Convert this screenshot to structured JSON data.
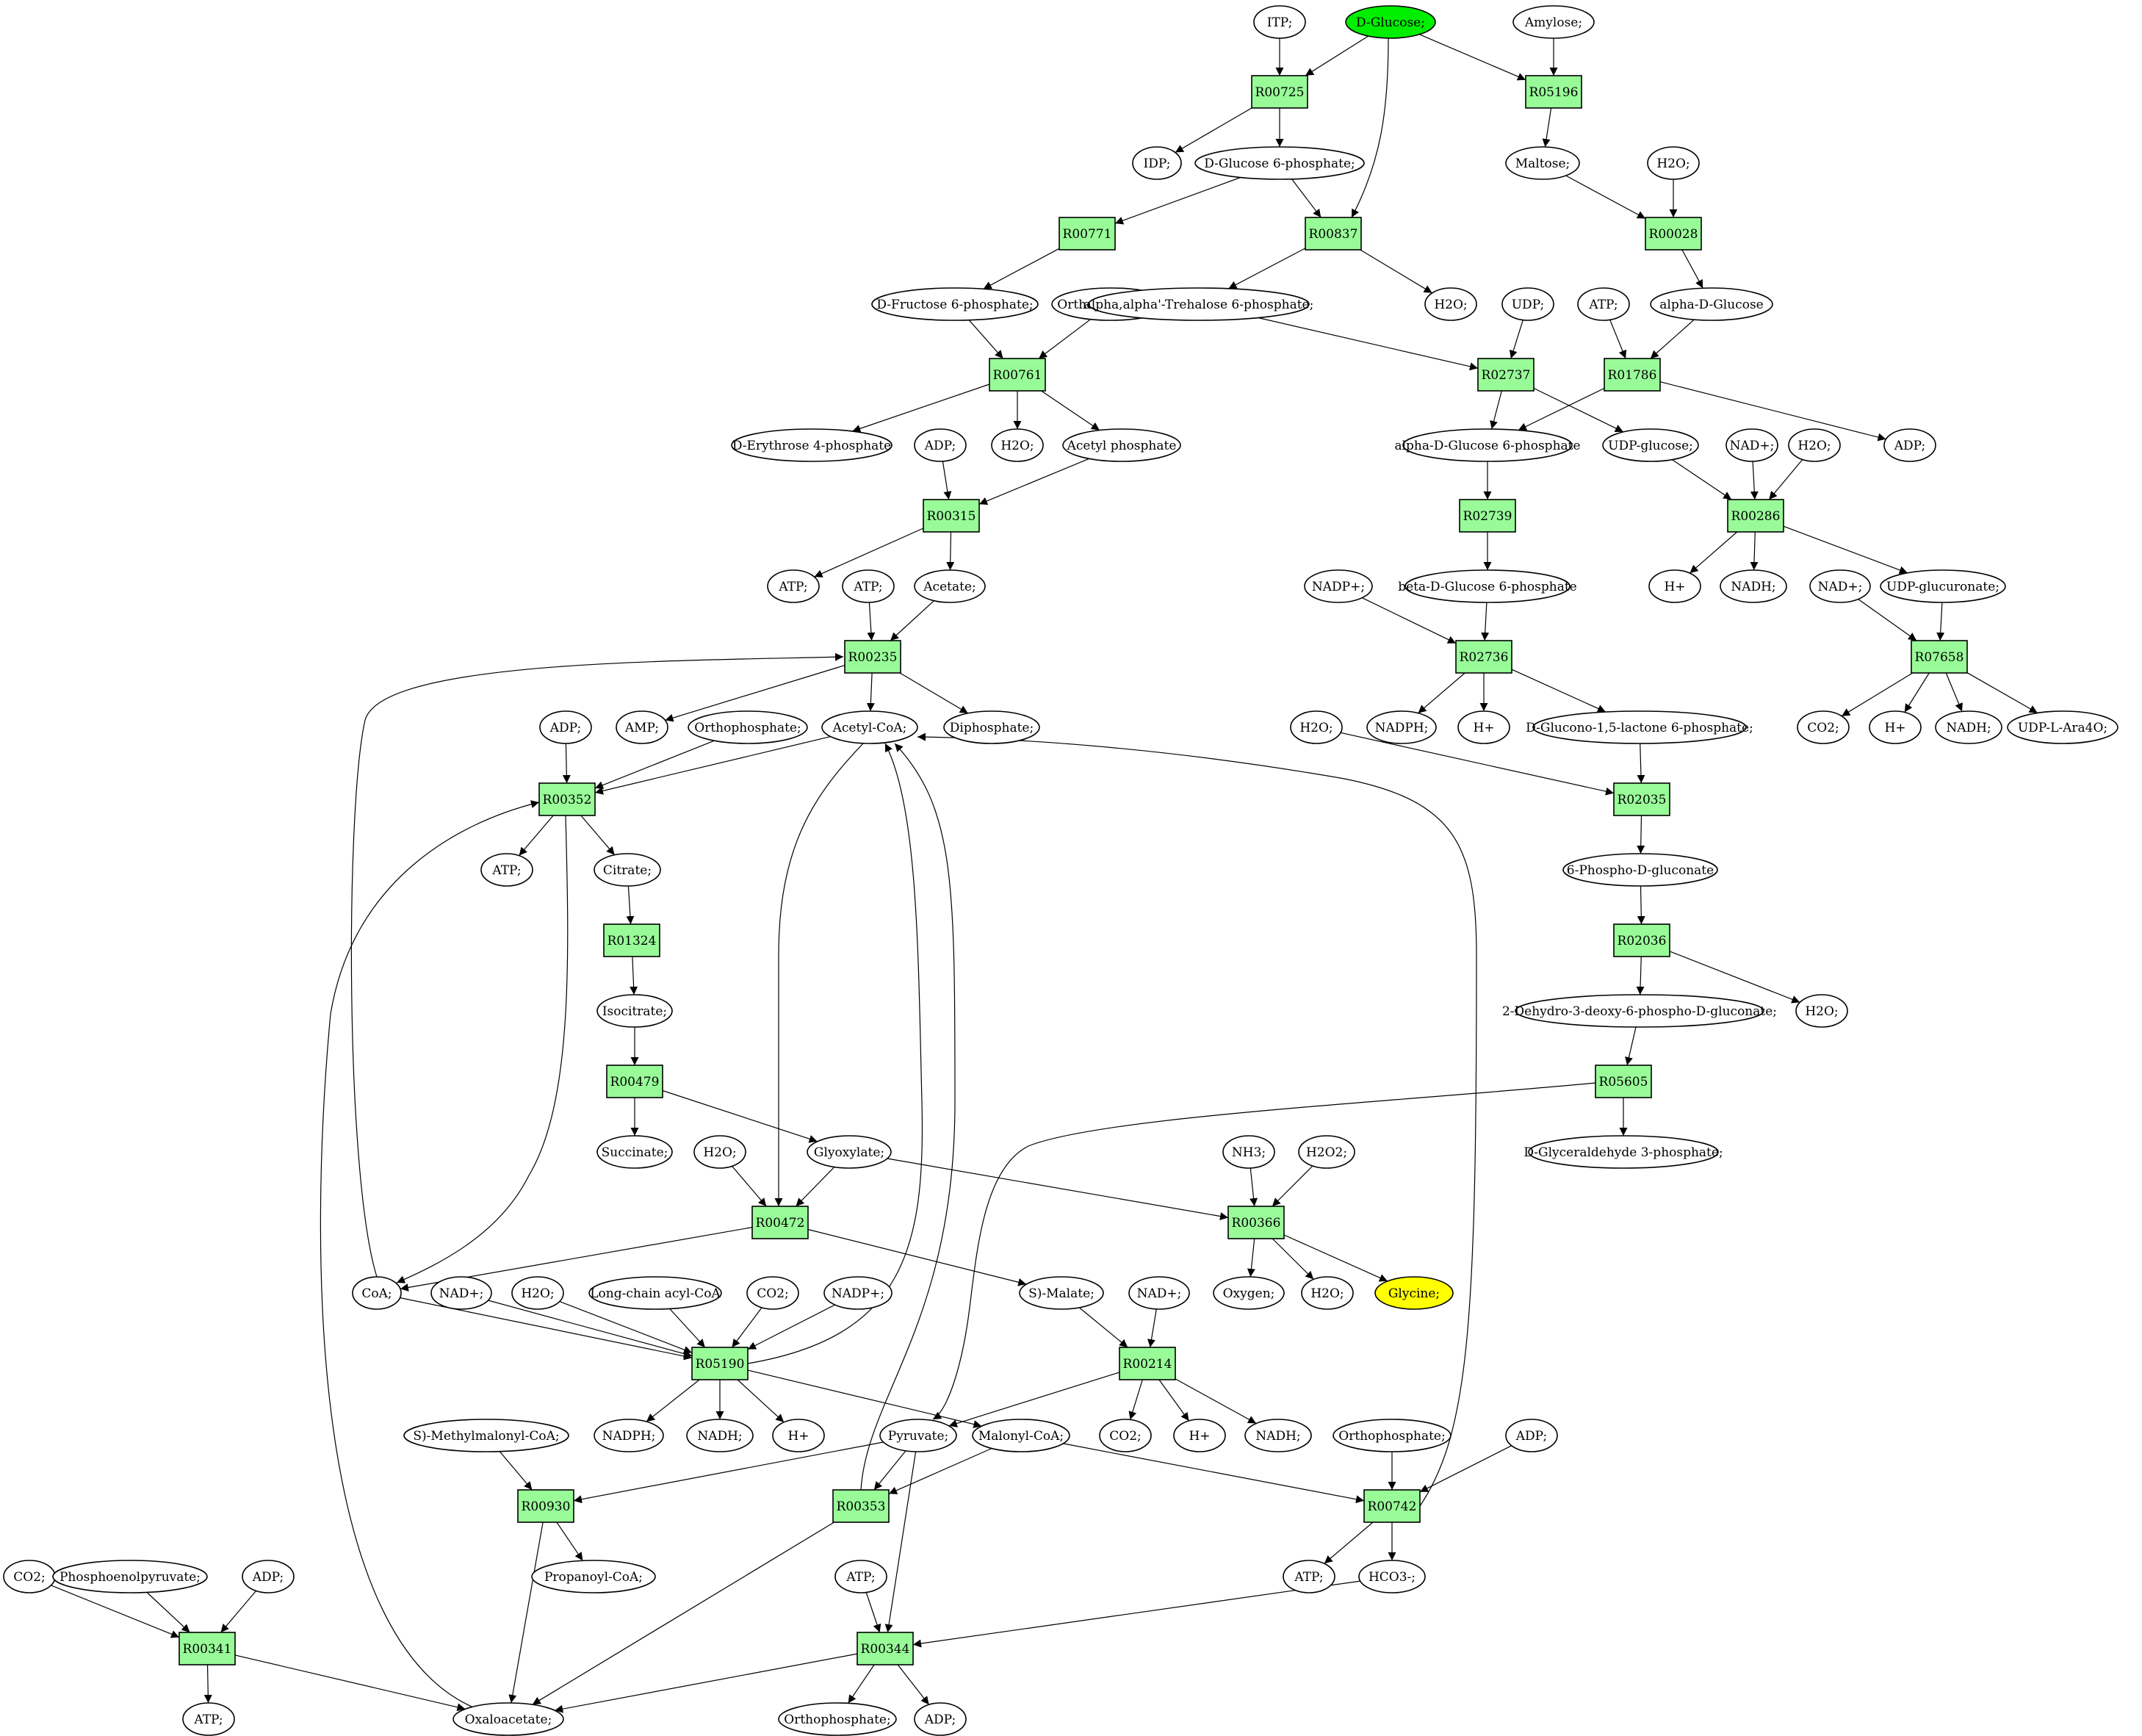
{
  "colors": {
    "reaction_fill": "#98fb98",
    "start_fill": "#00ee00",
    "target_fill": "#ffff00",
    "compound_fill": "#ffffff",
    "edge": "#000000"
  },
  "nodes": [
    {
      "id": "glc",
      "label": "D-Glucose;",
      "kind": "start"
    },
    {
      "id": "itp",
      "label": "ITP;"
    },
    {
      "id": "amylose",
      "label": "Amylose;"
    },
    {
      "id": "R00725",
      "label": "R00725",
      "kind": "reaction"
    },
    {
      "id": "R05196",
      "label": "R05196",
      "kind": "reaction"
    },
    {
      "id": "idp",
      "label": "IDP;"
    },
    {
      "id": "g6p",
      "label": "D-Glucose 6-phosphate;"
    },
    {
      "id": "maltose",
      "label": "Maltose;"
    },
    {
      "id": "h2o_a",
      "label": "H2O;"
    },
    {
      "id": "R00771",
      "label": "R00771",
      "kind": "reaction"
    },
    {
      "id": "R00837",
      "label": "R00837",
      "kind": "reaction"
    },
    {
      "id": "R00028",
      "label": "R00028",
      "kind": "reaction"
    },
    {
      "id": "f6p",
      "label": "D-Fructose 6-phosphate;"
    },
    {
      "id": "pi_a",
      "label": "Orthophosphate;"
    },
    {
      "id": "t6p",
      "label": "alpha,alpha'-Trehalose 6-phosphate;"
    },
    {
      "id": "h2o_b",
      "label": "H2O;"
    },
    {
      "id": "udp",
      "label": "UDP;"
    },
    {
      "id": "atp_a",
      "label": "ATP;"
    },
    {
      "id": "aglc",
      "label": "alpha-D-Glucose"
    },
    {
      "id": "R00761",
      "label": "R00761",
      "kind": "reaction"
    },
    {
      "id": "R02737",
      "label": "R02737",
      "kind": "reaction"
    },
    {
      "id": "R01786",
      "label": "R01786",
      "kind": "reaction"
    },
    {
      "id": "e4p",
      "label": "D-Erythrose 4-phosphate"
    },
    {
      "id": "adp_a",
      "label": "ADP;"
    },
    {
      "id": "h2o_c",
      "label": "H2O;"
    },
    {
      "id": "acp",
      "label": "Acetyl phosphate"
    },
    {
      "id": "ag6p",
      "label": "alpha-D-Glucose 6-phosphate"
    },
    {
      "id": "udpglc",
      "label": "UDP-glucose;"
    },
    {
      "id": "nad_a",
      "label": "NAD+;"
    },
    {
      "id": "h2o_d",
      "label": "H2O;"
    },
    {
      "id": "adp_b",
      "label": "ADP;"
    },
    {
      "id": "R00315",
      "label": "R00315",
      "kind": "reaction"
    },
    {
      "id": "R02739",
      "label": "R02739",
      "kind": "reaction"
    },
    {
      "id": "R00286",
      "label": "R00286",
      "kind": "reaction"
    },
    {
      "id": "atp_b",
      "label": "ATP;"
    },
    {
      "id": "atp_c",
      "label": "ATP;"
    },
    {
      "id": "acetate",
      "label": "Acetate;"
    },
    {
      "id": "nadp_a",
      "label": "NADP+;"
    },
    {
      "id": "bg6p",
      "label": "beta-D-Glucose 6-phosphate"
    },
    {
      "id": "hp_a",
      "label": "H+"
    },
    {
      "id": "nadh_a",
      "label": "NADH;"
    },
    {
      "id": "nad_b",
      "label": "NAD+;"
    },
    {
      "id": "udpgla",
      "label": "UDP-glucuronate;"
    },
    {
      "id": "R00235",
      "label": "R00235",
      "kind": "reaction"
    },
    {
      "id": "R02736",
      "label": "R02736",
      "kind": "reaction"
    },
    {
      "id": "R07658",
      "label": "R07658",
      "kind": "reaction"
    },
    {
      "id": "adp_c",
      "label": "ADP;"
    },
    {
      "id": "amp",
      "label": "AMP;"
    },
    {
      "id": "pi_b",
      "label": "Orthophosphate;"
    },
    {
      "id": "accoa",
      "label": "Acetyl-CoA;"
    },
    {
      "id": "ppi",
      "label": "Diphosphate;"
    },
    {
      "id": "h2o_e",
      "label": "H2O;"
    },
    {
      "id": "nadph_a",
      "label": "NADPH;"
    },
    {
      "id": "hp_b",
      "label": "H+"
    },
    {
      "id": "gl6p",
      "label": "D-Glucono-1,5-lactone 6-phosphate;"
    },
    {
      "id": "co2_a",
      "label": "CO2;"
    },
    {
      "id": "hp_c",
      "label": "H+"
    },
    {
      "id": "nadh_b",
      "label": "NADH;"
    },
    {
      "id": "udpara",
      "label": "UDP-L-Ara4O;"
    },
    {
      "id": "R00352",
      "label": "R00352",
      "kind": "reaction"
    },
    {
      "id": "R02035",
      "label": "R02035",
      "kind": "reaction"
    },
    {
      "id": "atp_d",
      "label": "ATP;"
    },
    {
      "id": "citrate",
      "label": "Citrate;"
    },
    {
      "id": "6pg",
      "label": "6-Phospho-D-gluconate"
    },
    {
      "id": "R01324",
      "label": "R01324",
      "kind": "reaction"
    },
    {
      "id": "R02036",
      "label": "R02036",
      "kind": "reaction"
    },
    {
      "id": "isocit",
      "label": "Isocitrate;"
    },
    {
      "id": "kdpg",
      "label": "2-Dehydro-3-deoxy-6-phospho-D-gluconate;"
    },
    {
      "id": "h2o_f",
      "label": "H2O;"
    },
    {
      "id": "R00479",
      "label": "R00479",
      "kind": "reaction"
    },
    {
      "id": "R05605",
      "label": "R05605",
      "kind": "reaction"
    },
    {
      "id": "succ",
      "label": "Succinate;"
    },
    {
      "id": "h2o_g",
      "label": "H2O;"
    },
    {
      "id": "glyox",
      "label": "Glyoxylate;"
    },
    {
      "id": "nh3",
      "label": "NH3;"
    },
    {
      "id": "h2o2",
      "label": "H2O2;"
    },
    {
      "id": "gap",
      "label": "D-Glyceraldehyde 3-phosphate;"
    },
    {
      "id": "R00472",
      "label": "R00472",
      "kind": "reaction"
    },
    {
      "id": "R00366",
      "label": "R00366",
      "kind": "reaction"
    },
    {
      "id": "coa",
      "label": "CoA;"
    },
    {
      "id": "nad_c",
      "label": "NAD+;"
    },
    {
      "id": "h2o_h",
      "label": "H2O;"
    },
    {
      "id": "lcacoa",
      "label": "Long-chain acyl-CoA"
    },
    {
      "id": "co2_b",
      "label": "CO2;"
    },
    {
      "id": "nadp_b",
      "label": "NADP+;"
    },
    {
      "id": "malate",
      "label": "S)-Malate;"
    },
    {
      "id": "nad_d",
      "label": "NAD+;"
    },
    {
      "id": "oxygen",
      "label": "Oxygen;"
    },
    {
      "id": "h2o_i",
      "label": "H2O;"
    },
    {
      "id": "glycine",
      "label": "Glycine;",
      "kind": "target"
    },
    {
      "id": "R05190",
      "label": "R05190",
      "kind": "reaction"
    },
    {
      "id": "R00214",
      "label": "R00214",
      "kind": "reaction"
    },
    {
      "id": "smmcoa",
      "label": "S)-Methylmalonyl-CoA;"
    },
    {
      "id": "nadph_b",
      "label": "NADPH;"
    },
    {
      "id": "nadh_c",
      "label": "NADH;"
    },
    {
      "id": "hp_d",
      "label": "H+"
    },
    {
      "id": "pyr",
      "label": "Pyruvate;"
    },
    {
      "id": "malcoa",
      "label": "Malonyl-CoA;"
    },
    {
      "id": "co2_c",
      "label": "CO2;"
    },
    {
      "id": "hp_e",
      "label": "H+"
    },
    {
      "id": "nadh_d",
      "label": "NADH;"
    },
    {
      "id": "pi_c",
      "label": "Orthophosphate;"
    },
    {
      "id": "adp_d",
      "label": "ADP;"
    },
    {
      "id": "R00930",
      "label": "R00930",
      "kind": "reaction"
    },
    {
      "id": "R00353",
      "label": "R00353",
      "kind": "reaction"
    },
    {
      "id": "R00742",
      "label": "R00742",
      "kind": "reaction"
    },
    {
      "id": "co2_d",
      "label": "CO2;"
    },
    {
      "id": "pep",
      "label": "Phosphoenolpyruvate;"
    },
    {
      "id": "adp_e",
      "label": "ADP;"
    },
    {
      "id": "propcoa",
      "label": "Propanoyl-CoA;"
    },
    {
      "id": "atp_e",
      "label": "ATP;"
    },
    {
      "id": "atp_f",
      "label": "ATP;"
    },
    {
      "id": "hco3",
      "label": "HCO3-;"
    },
    {
      "id": "R00341",
      "label": "R00341",
      "kind": "reaction"
    },
    {
      "id": "R00344",
      "label": "R00344",
      "kind": "reaction"
    },
    {
      "id": "atp_g",
      "label": "ATP;"
    },
    {
      "id": "oaa",
      "label": "Oxaloacetate;"
    },
    {
      "id": "pi_d",
      "label": "Orthophosphate;"
    },
    {
      "id": "adp_f",
      "label": "ADP;"
    }
  ],
  "edges": [
    [
      "glc",
      "R00725"
    ],
    [
      "itp",
      "R00725"
    ],
    [
      "glc",
      "R05196"
    ],
    [
      "amylose",
      "R05196"
    ],
    [
      "glc",
      "R00837"
    ],
    [
      "R00725",
      "idp"
    ],
    [
      "R00725",
      "g6p"
    ],
    [
      "R05196",
      "maltose"
    ],
    [
      "g6p",
      "R00771"
    ],
    [
      "g6p",
      "R00837"
    ],
    [
      "maltose",
      "R00028"
    ],
    [
      "h2o_a",
      "R00028"
    ],
    [
      "R00771",
      "f6p"
    ],
    [
      "R00837",
      "t6p"
    ],
    [
      "R00837",
      "h2o_b"
    ],
    [
      "R00028",
      "aglc"
    ],
    [
      "f6p",
      "R00761"
    ],
    [
      "pi_a",
      "R00761"
    ],
    [
      "t6p",
      "R02737"
    ],
    [
      "udp",
      "R02737"
    ],
    [
      "atp_a",
      "R01786"
    ],
    [
      "aglc",
      "R01786"
    ],
    [
      "R00761",
      "e4p"
    ],
    [
      "R00761",
      "h2o_c"
    ],
    [
      "R00761",
      "acp"
    ],
    [
      "R02737",
      "ag6p"
    ],
    [
      "R02737",
      "udpglc"
    ],
    [
      "R01786",
      "ag6p"
    ],
    [
      "R01786",
      "adp_b"
    ],
    [
      "adp_a",
      "R00315"
    ],
    [
      "acp",
      "R00315"
    ],
    [
      "ag6p",
      "R02739"
    ],
    [
      "udpglc",
      "R00286"
    ],
    [
      "nad_a",
      "R00286"
    ],
    [
      "h2o_d",
      "R00286"
    ],
    [
      "R00315",
      "atp_b"
    ],
    [
      "R00315",
      "acetate"
    ],
    [
      "R02739",
      "bg6p"
    ],
    [
      "R00286",
      "hp_a"
    ],
    [
      "R00286",
      "nadh_a"
    ],
    [
      "R00286",
      "udpgla"
    ],
    [
      "atp_c",
      "R00235"
    ],
    [
      "acetate",
      "R00235"
    ],
    [
      "coa",
      "R00235"
    ],
    [
      "nadp_a",
      "R02736"
    ],
    [
      "bg6p",
      "R02736"
    ],
    [
      "nad_b",
      "R07658"
    ],
    [
      "udpgla",
      "R07658"
    ],
    [
      "R00235",
      "amp"
    ],
    [
      "R00235",
      "accoa"
    ],
    [
      "R00235",
      "ppi"
    ],
    [
      "R02736",
      "nadph_a"
    ],
    [
      "R02736",
      "hp_b"
    ],
    [
      "R02736",
      "gl6p"
    ],
    [
      "R07658",
      "co2_a"
    ],
    [
      "R07658",
      "hp_c"
    ],
    [
      "R07658",
      "nadh_b"
    ],
    [
      "R07658",
      "udpara"
    ],
    [
      "adp_c",
      "R00352"
    ],
    [
      "pi_b",
      "R00352"
    ],
    [
      "accoa",
      "R00352"
    ],
    [
      "oaa",
      "R00352"
    ],
    [
      "h2o_e",
      "R02035"
    ],
    [
      "gl6p",
      "R02035"
    ],
    [
      "R00352",
      "atp_d"
    ],
    [
      "R00352",
      "citrate"
    ],
    [
      "R00352",
      "coa"
    ],
    [
      "R02035",
      "6pg"
    ],
    [
      "citrate",
      "R01324"
    ],
    [
      "6pg",
      "R02036"
    ],
    [
      "R01324",
      "isocit"
    ],
    [
      "R02036",
      "kdpg"
    ],
    [
      "R02036",
      "h2o_f"
    ],
    [
      "isocit",
      "R00479"
    ],
    [
      "kdpg",
      "R05605"
    ],
    [
      "R00479",
      "succ"
    ],
    [
      "R00479",
      "glyox"
    ],
    [
      "R05605",
      "gap"
    ],
    [
      "R05605",
      "pyr"
    ],
    [
      "h2o_g",
      "R00472"
    ],
    [
      "glyox",
      "R00472"
    ],
    [
      "accoa",
      "R00472"
    ],
    [
      "glyox",
      "R00366"
    ],
    [
      "nh3",
      "R00366"
    ],
    [
      "h2o2",
      "R00366"
    ],
    [
      "R00472",
      "coa"
    ],
    [
      "R00472",
      "malate"
    ],
    [
      "R00366",
      "oxygen"
    ],
    [
      "R00366",
      "h2o_i"
    ],
    [
      "R00366",
      "glycine"
    ],
    [
      "coa",
      "R05190"
    ],
    [
      "nad_c",
      "R05190"
    ],
    [
      "h2o_h",
      "R05190"
    ],
    [
      "lcacoa",
      "R05190"
    ],
    [
      "co2_b",
      "R05190"
    ],
    [
      "nadp_b",
      "R05190"
    ],
    [
      "malate",
      "R00214"
    ],
    [
      "nad_d",
      "R00214"
    ],
    [
      "R05190",
      "accoa"
    ],
    [
      "R05190",
      "nadph_b"
    ],
    [
      "R05190",
      "nadh_c"
    ],
    [
      "R05190",
      "hp_d"
    ],
    [
      "R05190",
      "malcoa"
    ],
    [
      "R00214",
      "pyr"
    ],
    [
      "R00214",
      "co2_c"
    ],
    [
      "R00214",
      "hp_e"
    ],
    [
      "R00214",
      "nadh_d"
    ],
    [
      "smmcoa",
      "R00930"
    ],
    [
      "pyr",
      "R00930"
    ],
    [
      "pyr",
      "R00353"
    ],
    [
      "malcoa",
      "R00353"
    ],
    [
      "malcoa",
      "R00742"
    ],
    [
      "pi_c",
      "R00742"
    ],
    [
      "adp_d",
      "R00742"
    ],
    [
      "R00930",
      "propcoa"
    ],
    [
      "R00930",
      "oaa"
    ],
    [
      "R00353",
      "accoa"
    ],
    [
      "R00353",
      "oaa"
    ],
    [
      "R00742",
      "atp_f"
    ],
    [
      "R00742",
      "hco3"
    ],
    [
      "R00742",
      "accoa"
    ],
    [
      "co2_d",
      "R00341"
    ],
    [
      "pep",
      "R00341"
    ],
    [
      "adp_e",
      "R00341"
    ],
    [
      "atp_e",
      "R00344"
    ],
    [
      "pyr",
      "R00344"
    ],
    [
      "hco3",
      "R00344"
    ],
    [
      "R00341",
      "atp_g"
    ],
    [
      "R00341",
      "oaa"
    ],
    [
      "R00344",
      "oaa"
    ],
    [
      "R00344",
      "pi_d"
    ],
    [
      "R00344",
      "adp_f"
    ]
  ]
}
